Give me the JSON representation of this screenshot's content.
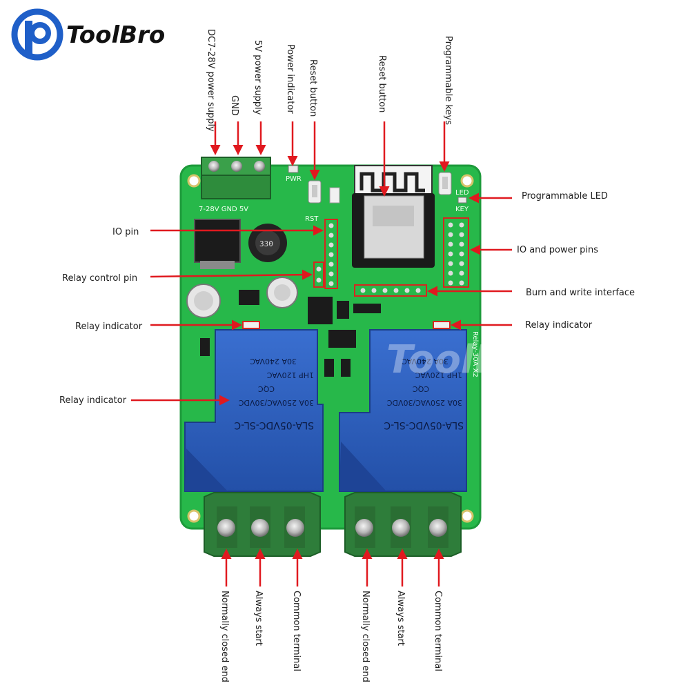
{
  "brand": {
    "name": "ToolBro",
    "logo_icon": "toolbro-logo-icon",
    "logo_color": "#1f5fc8"
  },
  "colors": {
    "pcb": "#27b84a",
    "pcb_dark": "#1d9a3b",
    "relay": "#2d5fc0",
    "arrow": "#e0191f",
    "terminal": "#2e7d3a"
  },
  "top_labels": [
    "DC7-28V power supply",
    "GND",
    "5V power supply",
    "Power indicator",
    "Reset button",
    "Reset button",
    "Programmable keys"
  ],
  "left_labels": [
    "IO pin",
    "Relay control pin",
    "Relay indicator",
    "Relay indicator"
  ],
  "right_labels": [
    "Programmable LED",
    "IO and power pins",
    "Burn and write interface",
    "Relay indicator"
  ],
  "bottom_labels": [
    "Normally closed end",
    "Always start",
    "Common terminal",
    "Normally closed end",
    "Always start",
    "Common terminal"
  ],
  "board": {
    "silk_power": "7-28V GND 5V",
    "silk_pwr": "PWR",
    "silk_rst": "RST",
    "silk_led": "LED",
    "silk_key": "KEY",
    "inductor_code": "330",
    "edge_text": "Relay-30A X2",
    "watermark": "ToolBro"
  },
  "relays": [
    {
      "model": "SLA-05VDC-SL-C",
      "rating_1": "30A 250VAC/30VDC",
      "rating_2": "1HP 120VAC",
      "rating_3": "30A 240VAC",
      "cert": "CQC"
    },
    {
      "model": "SLA-05VDC-SL-C",
      "rating_1": "30A 250VAC/30VDC",
      "rating_2": "1HP 120VAC",
      "rating_3": "30A 240VAC",
      "cert": "CQC"
    }
  ]
}
